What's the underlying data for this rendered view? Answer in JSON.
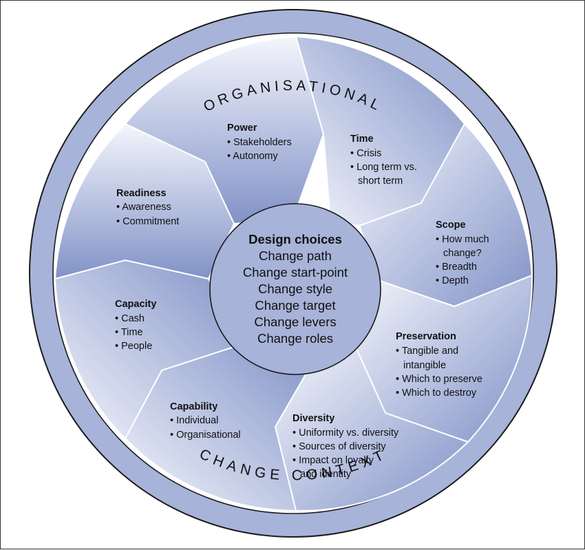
{
  "ring": {
    "top_label": "ORGANISATIONAL",
    "bottom_label": "CHANGE CONTEXT"
  },
  "center": {
    "title": "Design choices",
    "items": [
      "Change path",
      "Change start-point",
      "Change style",
      "Change target",
      "Change levers",
      "Change roles"
    ]
  },
  "segments": [
    {
      "title": "Power",
      "lines": [
        "• Stakeholders",
        "• Autonomy"
      ]
    },
    {
      "title": "Time",
      "lines": [
        "• Crisis",
        "• Long term vs.",
        "short term"
      ]
    },
    {
      "title": "Scope",
      "lines": [
        "• How much",
        "change?",
        "• Breadth",
        "• Depth"
      ]
    },
    {
      "title": "Preservation",
      "lines": [
        "• Tangible and",
        "intangible",
        "• Which to preserve",
        "• Which to destroy"
      ]
    },
    {
      "title": "Diversity",
      "lines": [
        "• Uniformity vs. diversity",
        "• Sources of diversity",
        "• Impact on loyalty",
        "and identity"
      ]
    },
    {
      "title": "Capability",
      "lines": [
        "• Individual",
        "• Organisational"
      ]
    },
    {
      "title": "Capacity",
      "lines": [
        "• Cash",
        "• Time",
        "• People"
      ]
    },
    {
      "title": "Readiness",
      "lines": [
        "• Awareness",
        "• Commitment"
      ]
    }
  ],
  "colors": {
    "ring": "#a7b3d8",
    "segment_dark": "#7f8fc5",
    "segment_light": "#f3f5fb",
    "center": "#a7b3d8",
    "outline": "#1a1a1a"
  }
}
